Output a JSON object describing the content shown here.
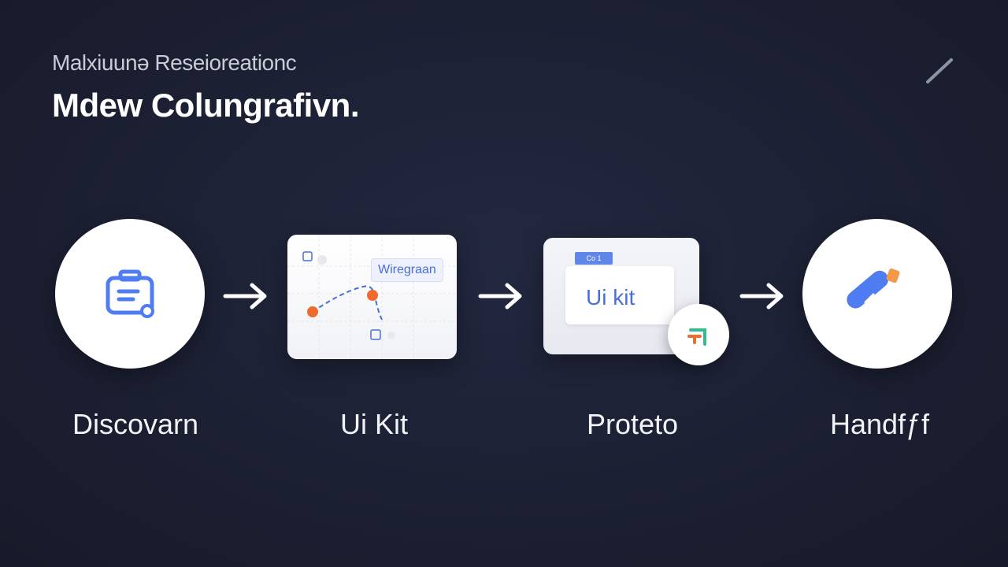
{
  "header": {
    "eyebrow": "Malxiuunǝ Reseioreationc",
    "headline": "Mdew Colungrafivn."
  },
  "steps": [
    {
      "label": "Discovarn",
      "icon": "briefcase-icon"
    },
    {
      "label": "Ui Kit",
      "icon": "wireframe-icon",
      "card_tag": "Wiregraan"
    },
    {
      "label": "Proteto",
      "icon": "prototype-icon",
      "card_tag": "Co 1",
      "card_text": "Ui kit"
    },
    {
      "label": "Handfƒf",
      "icon": "rocket-pen-icon"
    }
  ],
  "connectors": [
    "arrow-right-icon",
    "arrow-right-icon",
    "arrow-right-icon"
  ],
  "colors": {
    "background": "#1c2033",
    "accent_blue": "#4a6fd6",
    "accent_orange": "#ef6a2d",
    "accent_green": "#2fbf8f"
  }
}
